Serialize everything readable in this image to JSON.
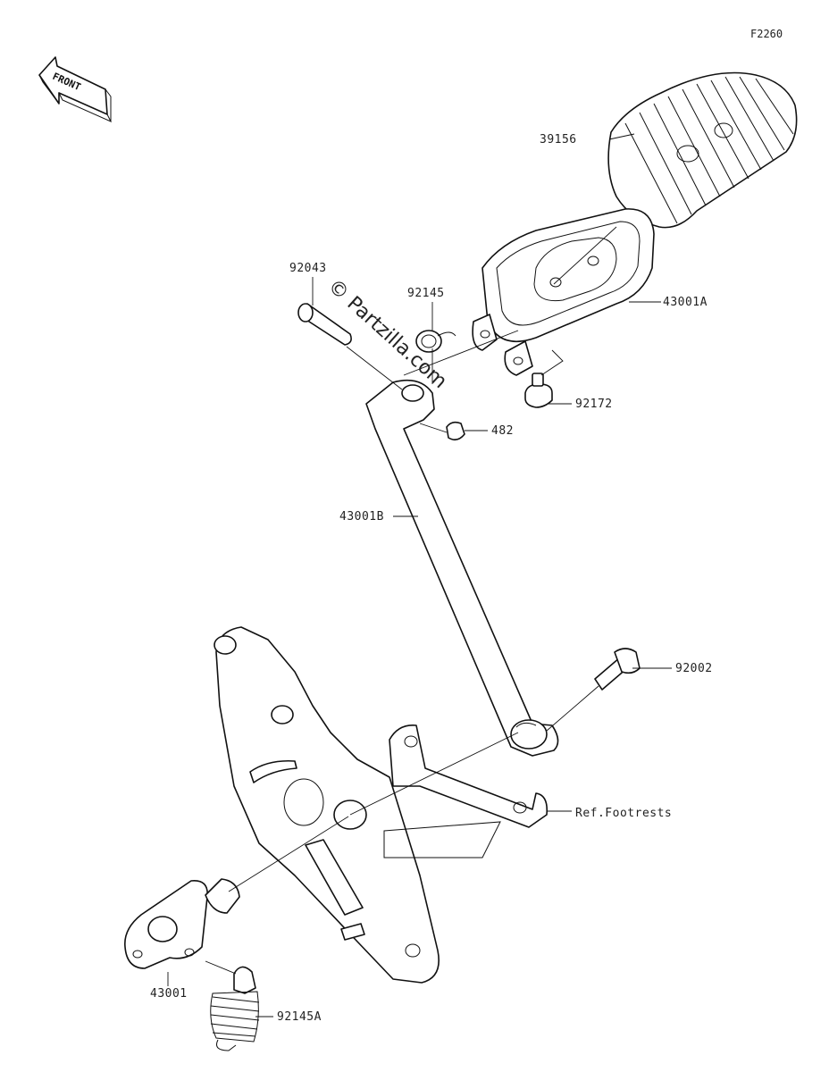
{
  "diagram": {
    "code": "F2260",
    "watermark": "© Partzilla.com",
    "front_label": "FRONT",
    "parts": [
      {
        "id": "39156",
        "label": "39156"
      },
      {
        "id": "92043",
        "label": "92043"
      },
      {
        "id": "92145",
        "label": "92145"
      },
      {
        "id": "43001A",
        "label": "43001A"
      },
      {
        "id": "92172",
        "label": "92172"
      },
      {
        "id": "482",
        "label": "482"
      },
      {
        "id": "43001B",
        "label": "43001B"
      },
      {
        "id": "92002",
        "label": "92002"
      },
      {
        "id": "ref-footrests",
        "label": "Ref.Footrests"
      },
      {
        "id": "43001",
        "label": "43001"
      },
      {
        "id": "92145A",
        "label": "92145A"
      }
    ]
  }
}
